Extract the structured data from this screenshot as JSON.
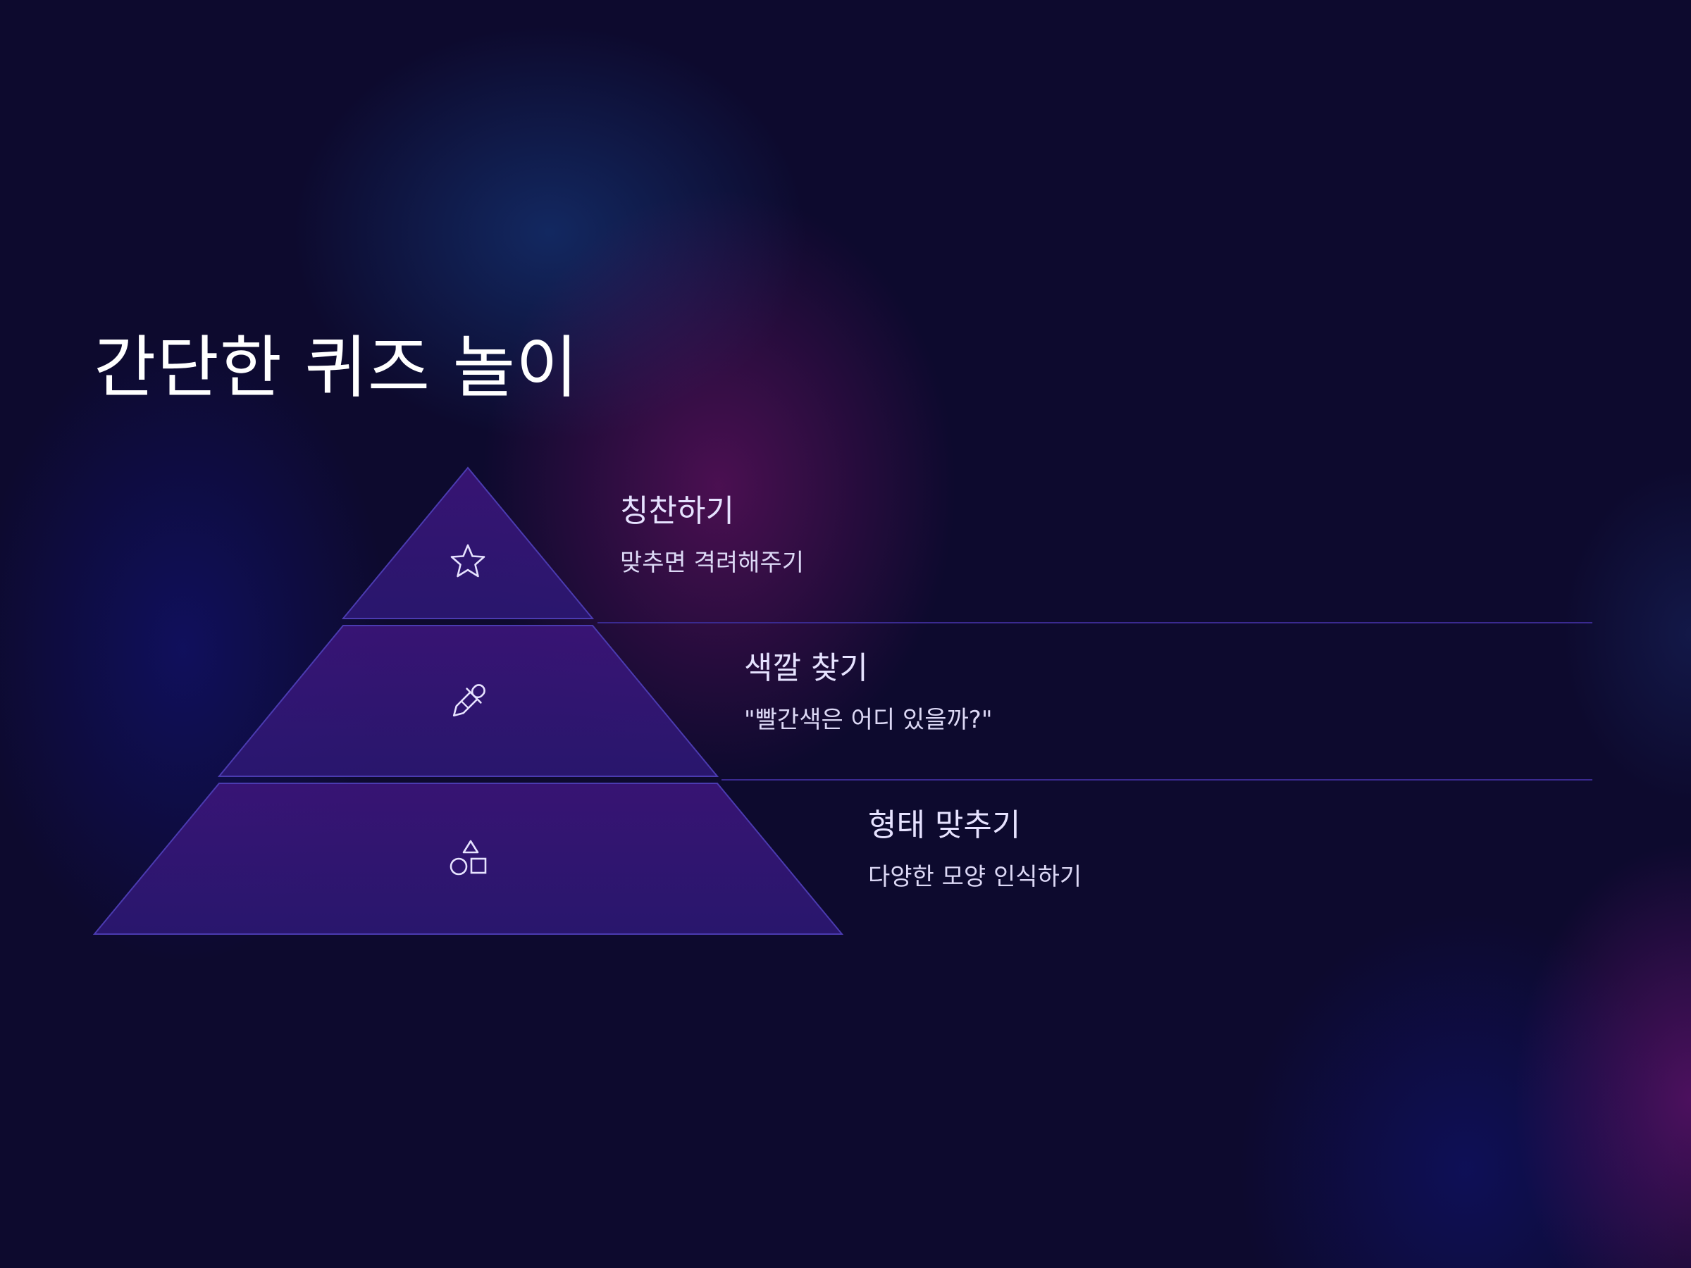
{
  "title": "간단한 퀴즈 놀이",
  "colors": {
    "tier_fill": "#2a1570",
    "tier_stroke": "#4b3bb0",
    "divider": "#3a2a90",
    "heading": "#e6e2ff",
    "description": "#dcd8f5"
  },
  "levels": [
    {
      "heading": "칭찬하기",
      "description": "맞추면 격려해주기",
      "icon": "star-icon"
    },
    {
      "heading": "색깔 찾기",
      "description": "\"빨간색은 어디 있을까?\"",
      "icon": "eyedropper-icon"
    },
    {
      "heading": "형태 맞추기",
      "description": "다양한 모양 인식하기",
      "icon": "shapes-icon"
    }
  ]
}
